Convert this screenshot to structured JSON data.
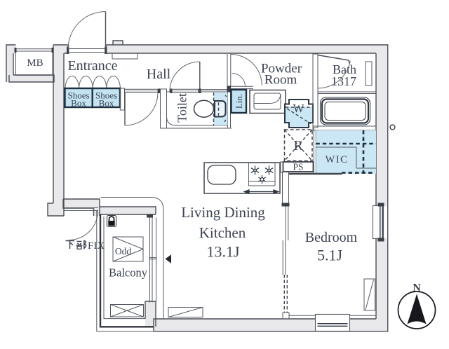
{
  "title": "Apartment floor plan",
  "compass": {
    "north_label": "N"
  },
  "rooms": {
    "mb": {
      "label": "MB"
    },
    "entrance": {
      "label": "Entrance"
    },
    "hall": {
      "label": "Hall"
    },
    "toilet": {
      "label": "Toilet"
    },
    "powder_room": {
      "line1": "Powder",
      "line2": "Room"
    },
    "bath": {
      "label": "Bath",
      "size": "1317"
    },
    "living_dining_kitchen": {
      "line1": "Living Dining",
      "line2": "Kitchen",
      "area": "13.1J"
    },
    "bedroom": {
      "label": "Bedroom",
      "area": "5.1J"
    },
    "balcony": {
      "label": "Balcony"
    },
    "wic": {
      "label": "WIC"
    }
  },
  "fixtures": {
    "shoes_box_left": {
      "line1": "Shoes",
      "line2": "Box"
    },
    "shoes_box_right": {
      "line1": "Shoes",
      "line2": "Box"
    },
    "linen_cabinet": {
      "label": "Lin."
    },
    "washing_machine": {
      "label": "W"
    },
    "refrigerator": {
      "label": "R"
    },
    "pipe_space": {
      "label": "PS"
    },
    "odd_storage": {
      "label": "Odd"
    },
    "fixed_window_note": {
      "label": "下部FIX",
      "label_latin": "FIX"
    }
  },
  "colors": {
    "wall_fill": "#e9e9eb",
    "line": "#4b4f58",
    "highlight_fill": "#cbe6f4",
    "cabinet_border": "#1e3040",
    "text": "#3d4453"
  }
}
